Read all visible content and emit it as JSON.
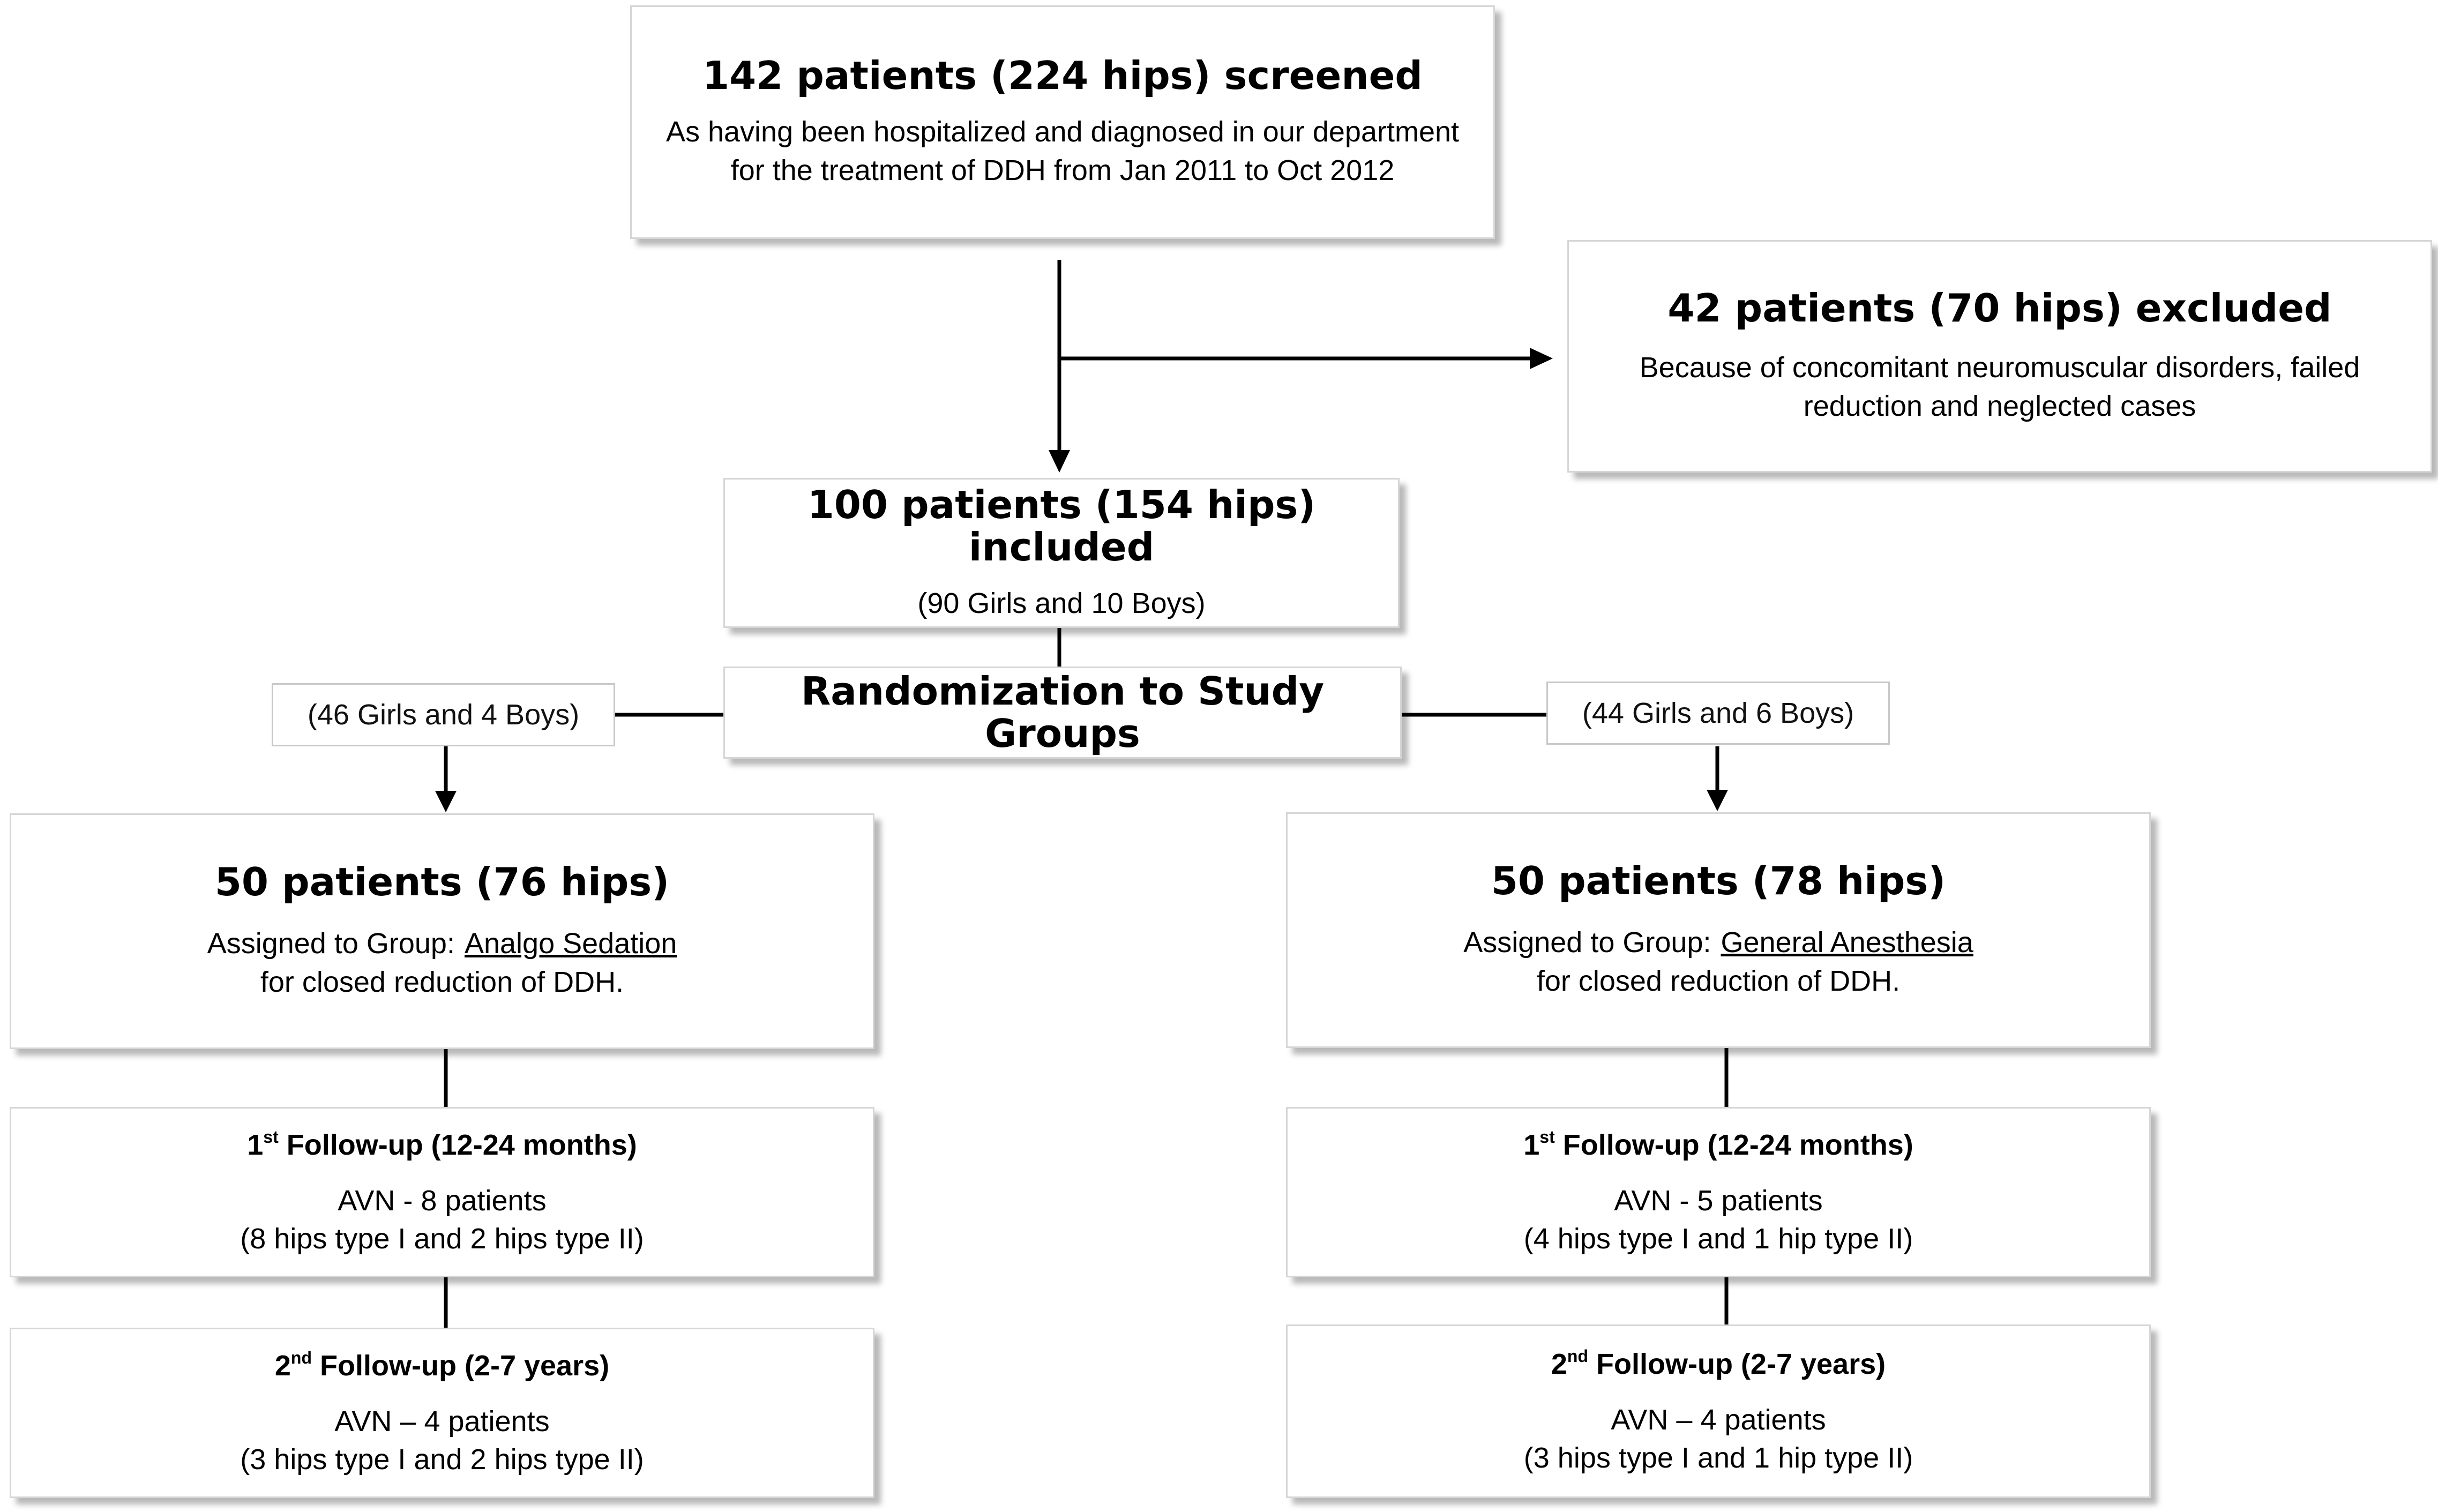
{
  "screened": {
    "title": "142 patients (224 hips) screened",
    "line1": "As having been hospitalized and diagnosed in our department",
    "line2": "for the treatment of DDH from Jan 2011 to Oct 2012"
  },
  "excluded": {
    "title": "42 patients (70 hips) excluded",
    "line1": "Because of concomitant neuromuscular disorders, failed",
    "line2": "reduction and neglected cases"
  },
  "included": {
    "title": "100 patients (154 hips) included",
    "subtitle": "(90 Girls and 10 Boys)"
  },
  "randomization": {
    "label": "Randomization to Study Groups"
  },
  "left": {
    "sex_split": "(46 Girls and 4 Boys)",
    "group": {
      "title": "50 patients (76 hips)",
      "assigned_prefix": "Assigned to Group:",
      "group_name": "Analgo Sedation",
      "purpose": "for closed reduction of DDH."
    },
    "followup1": {
      "ordinal_num": "1",
      "ordinal_suffix": "st",
      "title": "Follow-up (12-24 months)",
      "avn": "AVN - 8 patients",
      "detail": "(8 hips type I and 2 hips type II)"
    },
    "followup2": {
      "ordinal_num": "2",
      "ordinal_suffix": "nd",
      "title": "Follow-up (2-7 years)",
      "avn": "AVN – 4 patients",
      "detail": "(3 hips type I and 2 hips type II)"
    }
  },
  "right": {
    "sex_split": "(44 Girls and 6 Boys)",
    "group": {
      "title": "50 patients (78 hips)",
      "assigned_prefix": "Assigned to Group:",
      "group_name": "General Anesthesia",
      "purpose": "for closed reduction of DDH."
    },
    "followup1": {
      "ordinal_num": "1",
      "ordinal_suffix": "st",
      "title": "Follow-up (12-24 months)",
      "avn": "AVN  - 5 patients",
      "detail": "(4 hips type I and 1 hip type II)"
    },
    "followup2": {
      "ordinal_num": "2",
      "ordinal_suffix": "nd",
      "title": "Follow-up (2-7 years)",
      "avn": "AVN – 4 patients",
      "detail": "(3 hips type I and 1 hip type II)"
    }
  },
  "colors": {
    "line": "#000000",
    "border": "#d6d6d6",
    "background": "#ffffff"
  }
}
